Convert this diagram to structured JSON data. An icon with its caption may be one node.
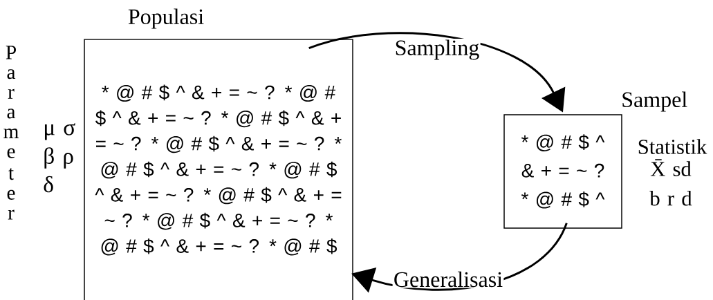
{
  "diagram": {
    "nodes": [
      {
        "text": [
          "Populasi",
          "* @ # $ ^ & + = ~ ? * @ # $ ^ & + = ~ ? * @ # $ ^ & + = ~ ? * @ # $ ^ & + = ~ ? * @ # $ ^ & + = ~ ? * @ # $ ^ & + = ~ ? * @ # $ ^ & + = ~ ? * @ # $ ^ & + = ~ ? * @ # $ ^ & + = ~ ? * @ # $"
        ]
      },
      {
        "text": [
          "Sampel",
          "* @ # $ ^ & + = ~ ? * @ # $ ^"
        ]
      }
    ],
    "edges": [
      {
        "from": 0,
        "to": 1,
        "arrow": "to",
        "label": "Sampling"
      },
      {
        "from": 1,
        "to": 0,
        "arrow": "to",
        "label": "Generalisasi"
      }
    ],
    "labels": [
      "Parameter",
      "μ σ β ρ δ",
      "Statistik",
      "X̄ sd b r d"
    ]
  }
}
